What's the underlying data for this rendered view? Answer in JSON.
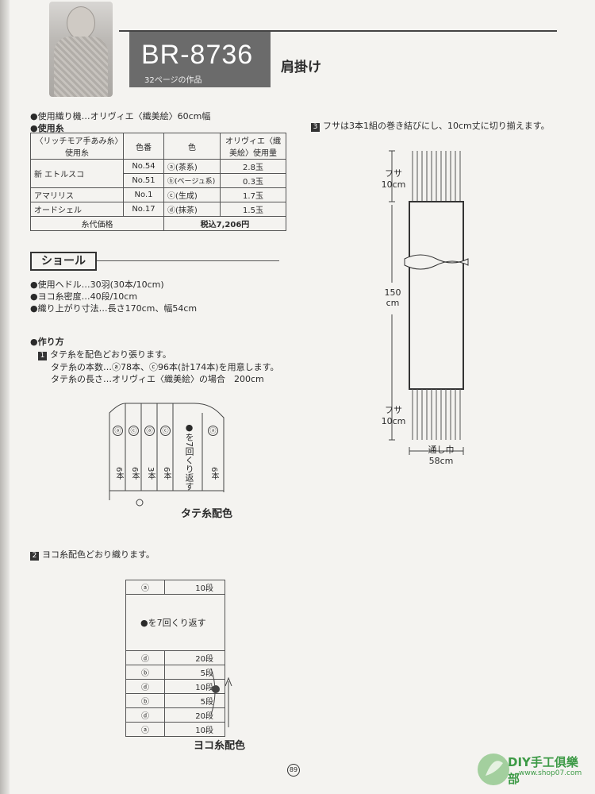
{
  "header": {
    "code": "BR-8736",
    "subtitle": "32ページの作品",
    "title": "肩掛け"
  },
  "specs": {
    "machine": "●使用織り機…オリヴィエ〈織美絵〉60cm幅",
    "yarn_heading": "●使用糸"
  },
  "yarn_table": {
    "headers": [
      "〈リッチモア手あみ糸〉使用糸",
      "色番",
      "色",
      "オリヴィエ〈織美絵〉使用量"
    ],
    "rows": [
      {
        "name": "新 エトルスコ",
        "num": "No.54",
        "color": "ⓐ(茶系)",
        "amount": "2.8玉"
      },
      {
        "name": "",
        "num": "No.51",
        "color": "ⓑ(ベージュ系)",
        "amount": "0.3玉"
      },
      {
        "name": "アマリリス",
        "num": "No.1",
        "color": "ⓒ(生成)",
        "amount": "1.7玉"
      },
      {
        "name": "オードシェル",
        "num": "No.17",
        "color": "ⓓ(抹茶)",
        "amount": "1.5玉"
      }
    ],
    "price_label": "糸代価格",
    "price_value": "税込7,206円"
  },
  "shawl": {
    "label": "ショール",
    "heddle": "●使用ヘドル…30羽(30本/10cm)",
    "density": "●ヨコ糸密度…40段/10cm",
    "size": "●織り上がり寸法…長さ170cm、幅54cm"
  },
  "howto": {
    "heading": "●作り方",
    "step1_num": "1",
    "step1": "タテ糸を配色どおり張ります。",
    "step1_line2": "タテ糸の本数…ⓐ78本、ⓒ96本(計174本)を用意します。",
    "step1_line3": "タテ糸の長さ…オリヴィエ〈織美絵〉の場合　200cm",
    "step2_num": "2",
    "step2": "ヨコ糸配色どおり織ります。",
    "step3_num": "3",
    "step3": "フサは3本1組の巻き結びにし、10cm丈に切り揃えます。"
  },
  "warp_diagram": {
    "columns": [
      {
        "letter": "ⓐ",
        "count": "6本"
      },
      {
        "letter": "ⓒ",
        "count": "6本"
      },
      {
        "letter": "ⓐ",
        "count": "3本"
      },
      {
        "letter": "ⓒ",
        "count": "6本"
      }
    ],
    "repeat_text": "●を7回くり返す",
    "last": {
      "letter": "ⓐ",
      "count": "6本"
    },
    "caption": "タテ糸配色"
  },
  "weft_diagram": {
    "top": {
      "letter": "ⓐ",
      "rows": "10段"
    },
    "repeat_text": "●を7回くり返す",
    "rows": [
      {
        "letter": "ⓓ",
        "rows": "20段"
      },
      {
        "letter": "ⓑ",
        "rows": "5段"
      },
      {
        "letter": "ⓓ",
        "rows": "10段"
      },
      {
        "letter": "ⓑ",
        "rows": "5段"
      },
      {
        "letter": "ⓓ",
        "rows": "20段"
      },
      {
        "letter": "ⓐ",
        "rows": "10段"
      }
    ],
    "caption": "ヨコ糸配色"
  },
  "shawl_diagram": {
    "fringe_label": "フサ",
    "fringe_len": "10cm",
    "length_num": "150",
    "length_unit": "cm",
    "width_label": "通し巾",
    "width_value": "58cm"
  },
  "page_number": "89",
  "logo": {
    "text": "DIY手工俱樂部",
    "url": "www.shop07.com"
  }
}
